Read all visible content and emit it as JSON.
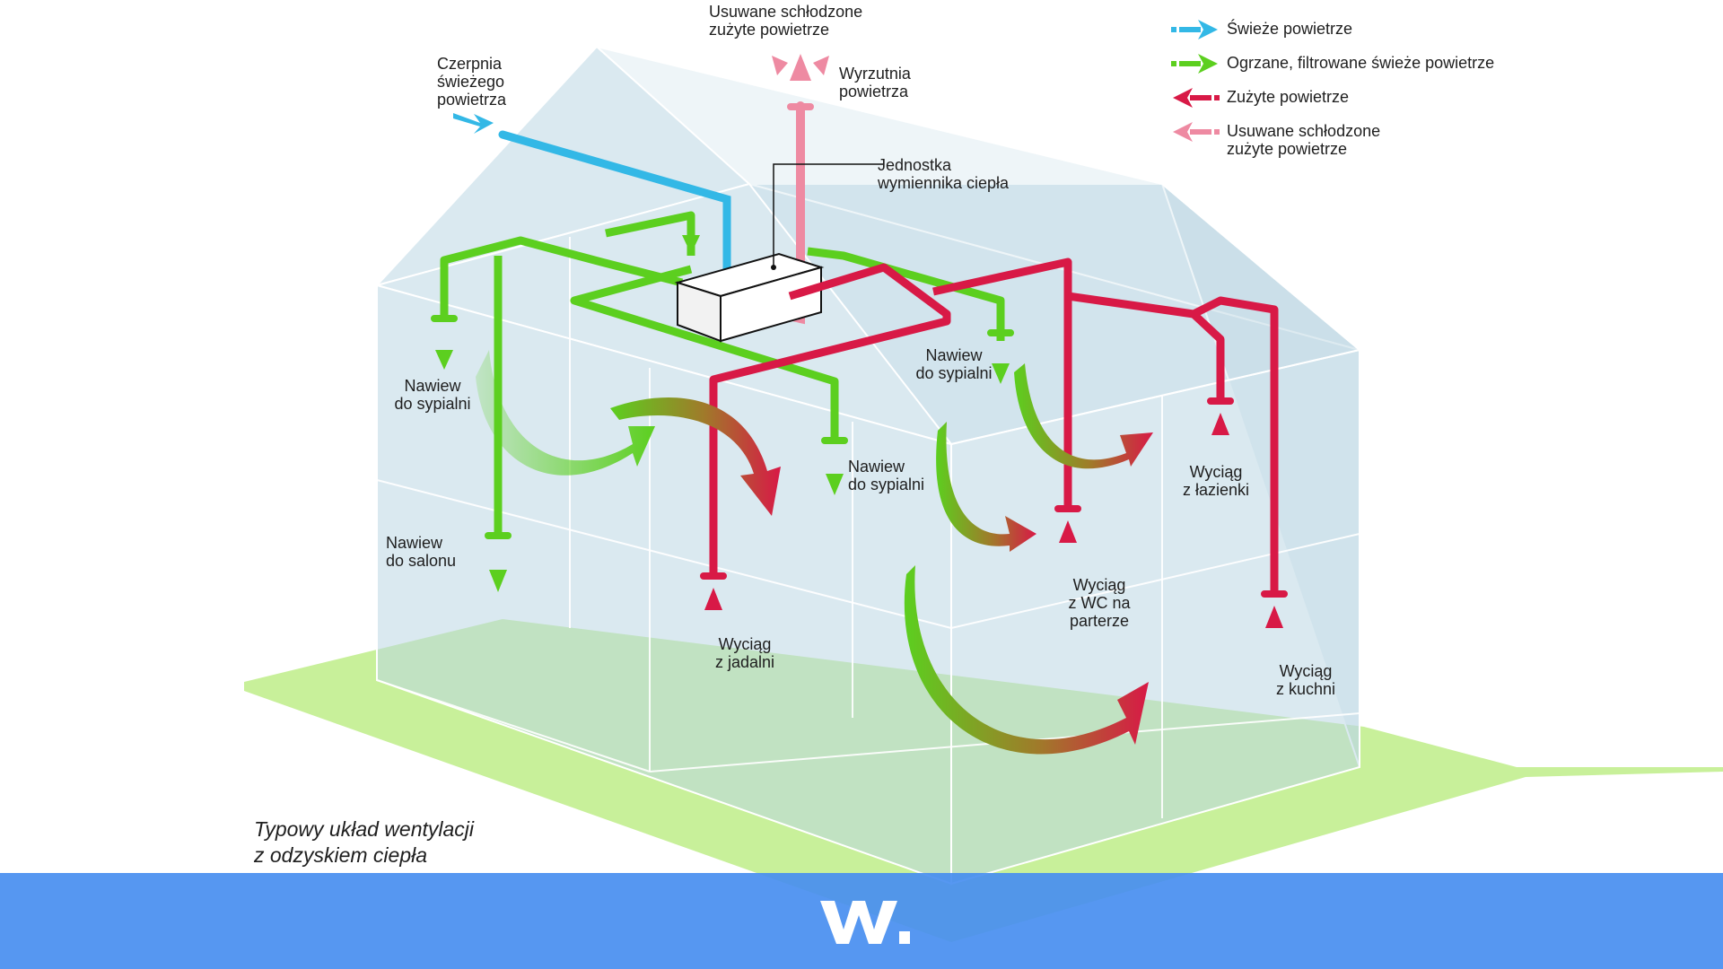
{
  "labels": {
    "cooled_exhaust_top": "Usuwane schłodzone\nzużyte powietrze",
    "air_outlet": "Wyrzutnia\npowietrza",
    "fresh_air_intake": "Czerpnia\nświeżego\npowietrza",
    "heat_exchanger": "Jednostka\nwymiennika ciepła",
    "supply_bedroom_left": "Nawiew\ndo sypialni",
    "supply_bedroom_middle": "Nawiew\ndo sypialni",
    "supply_bedroom_right": "Nawiew\ndo sypialni",
    "supply_living_room": "Nawiew\ndo salonu",
    "extract_dining": "Wyciąg\nz jadalni",
    "extract_wc": "Wyciąg\nz WC na\nparterze",
    "extract_bathroom": "Wyciąg\nz łazienki",
    "extract_kitchen": "Wyciąg\nz kuchni"
  },
  "legend": [
    {
      "label": "Świeże powietrze",
      "color": "#33b8e6",
      "icon": "arrow-right-icon"
    },
    {
      "label": "Ogrzane, filtrowane świeże powietrze",
      "color": "#5ccf1f",
      "icon": "arrow-right-icon"
    },
    {
      "label": "Zużyte powietrze",
      "color": "#d81946",
      "icon": "arrow-left-icon"
    },
    {
      "label": "Usuwane schłodzone\nzużyte powietrze",
      "color": "#ee8aa2",
      "icon": "arrow-left-icon"
    }
  ],
  "caption": "Typowy układ wentylacji\nz odzyskiem ciepła",
  "colors": {
    "fresh": "#33b8e6",
    "supply": "#5ccf1f",
    "exhaust": "#d81946",
    "cooled_exhaust": "#ee8aa2",
    "ground": "#c8f09a",
    "glass": "#bcd7e3",
    "footer": "#4a8ef0"
  },
  "brand": "W."
}
